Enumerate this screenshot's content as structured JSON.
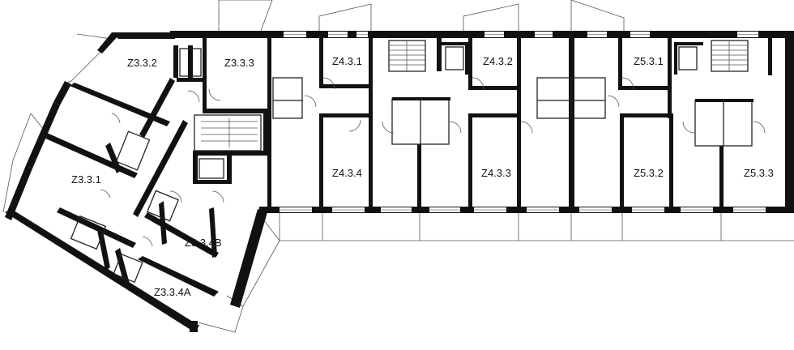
{
  "plan": {
    "units": [
      {
        "id": "z332",
        "label": "Z3.3.2"
      },
      {
        "id": "z333",
        "label": "Z3.3.3"
      },
      {
        "id": "z331",
        "label": "Z3.3.1"
      },
      {
        "id": "z334b",
        "label": "Z3.3.4B"
      },
      {
        "id": "z334a",
        "label": "Z3.3.4A"
      },
      {
        "id": "z431",
        "label": "Z4.3.1"
      },
      {
        "id": "z432",
        "label": "Z4.3.2"
      },
      {
        "id": "z434",
        "label": "Z4.3.4"
      },
      {
        "id": "z433",
        "label": "Z4.3.3"
      },
      {
        "id": "z531",
        "label": "Z5.3.1"
      },
      {
        "id": "z532",
        "label": "Z5.3.2"
      },
      {
        "id": "z533",
        "label": "Z5.3.3"
      }
    ]
  }
}
